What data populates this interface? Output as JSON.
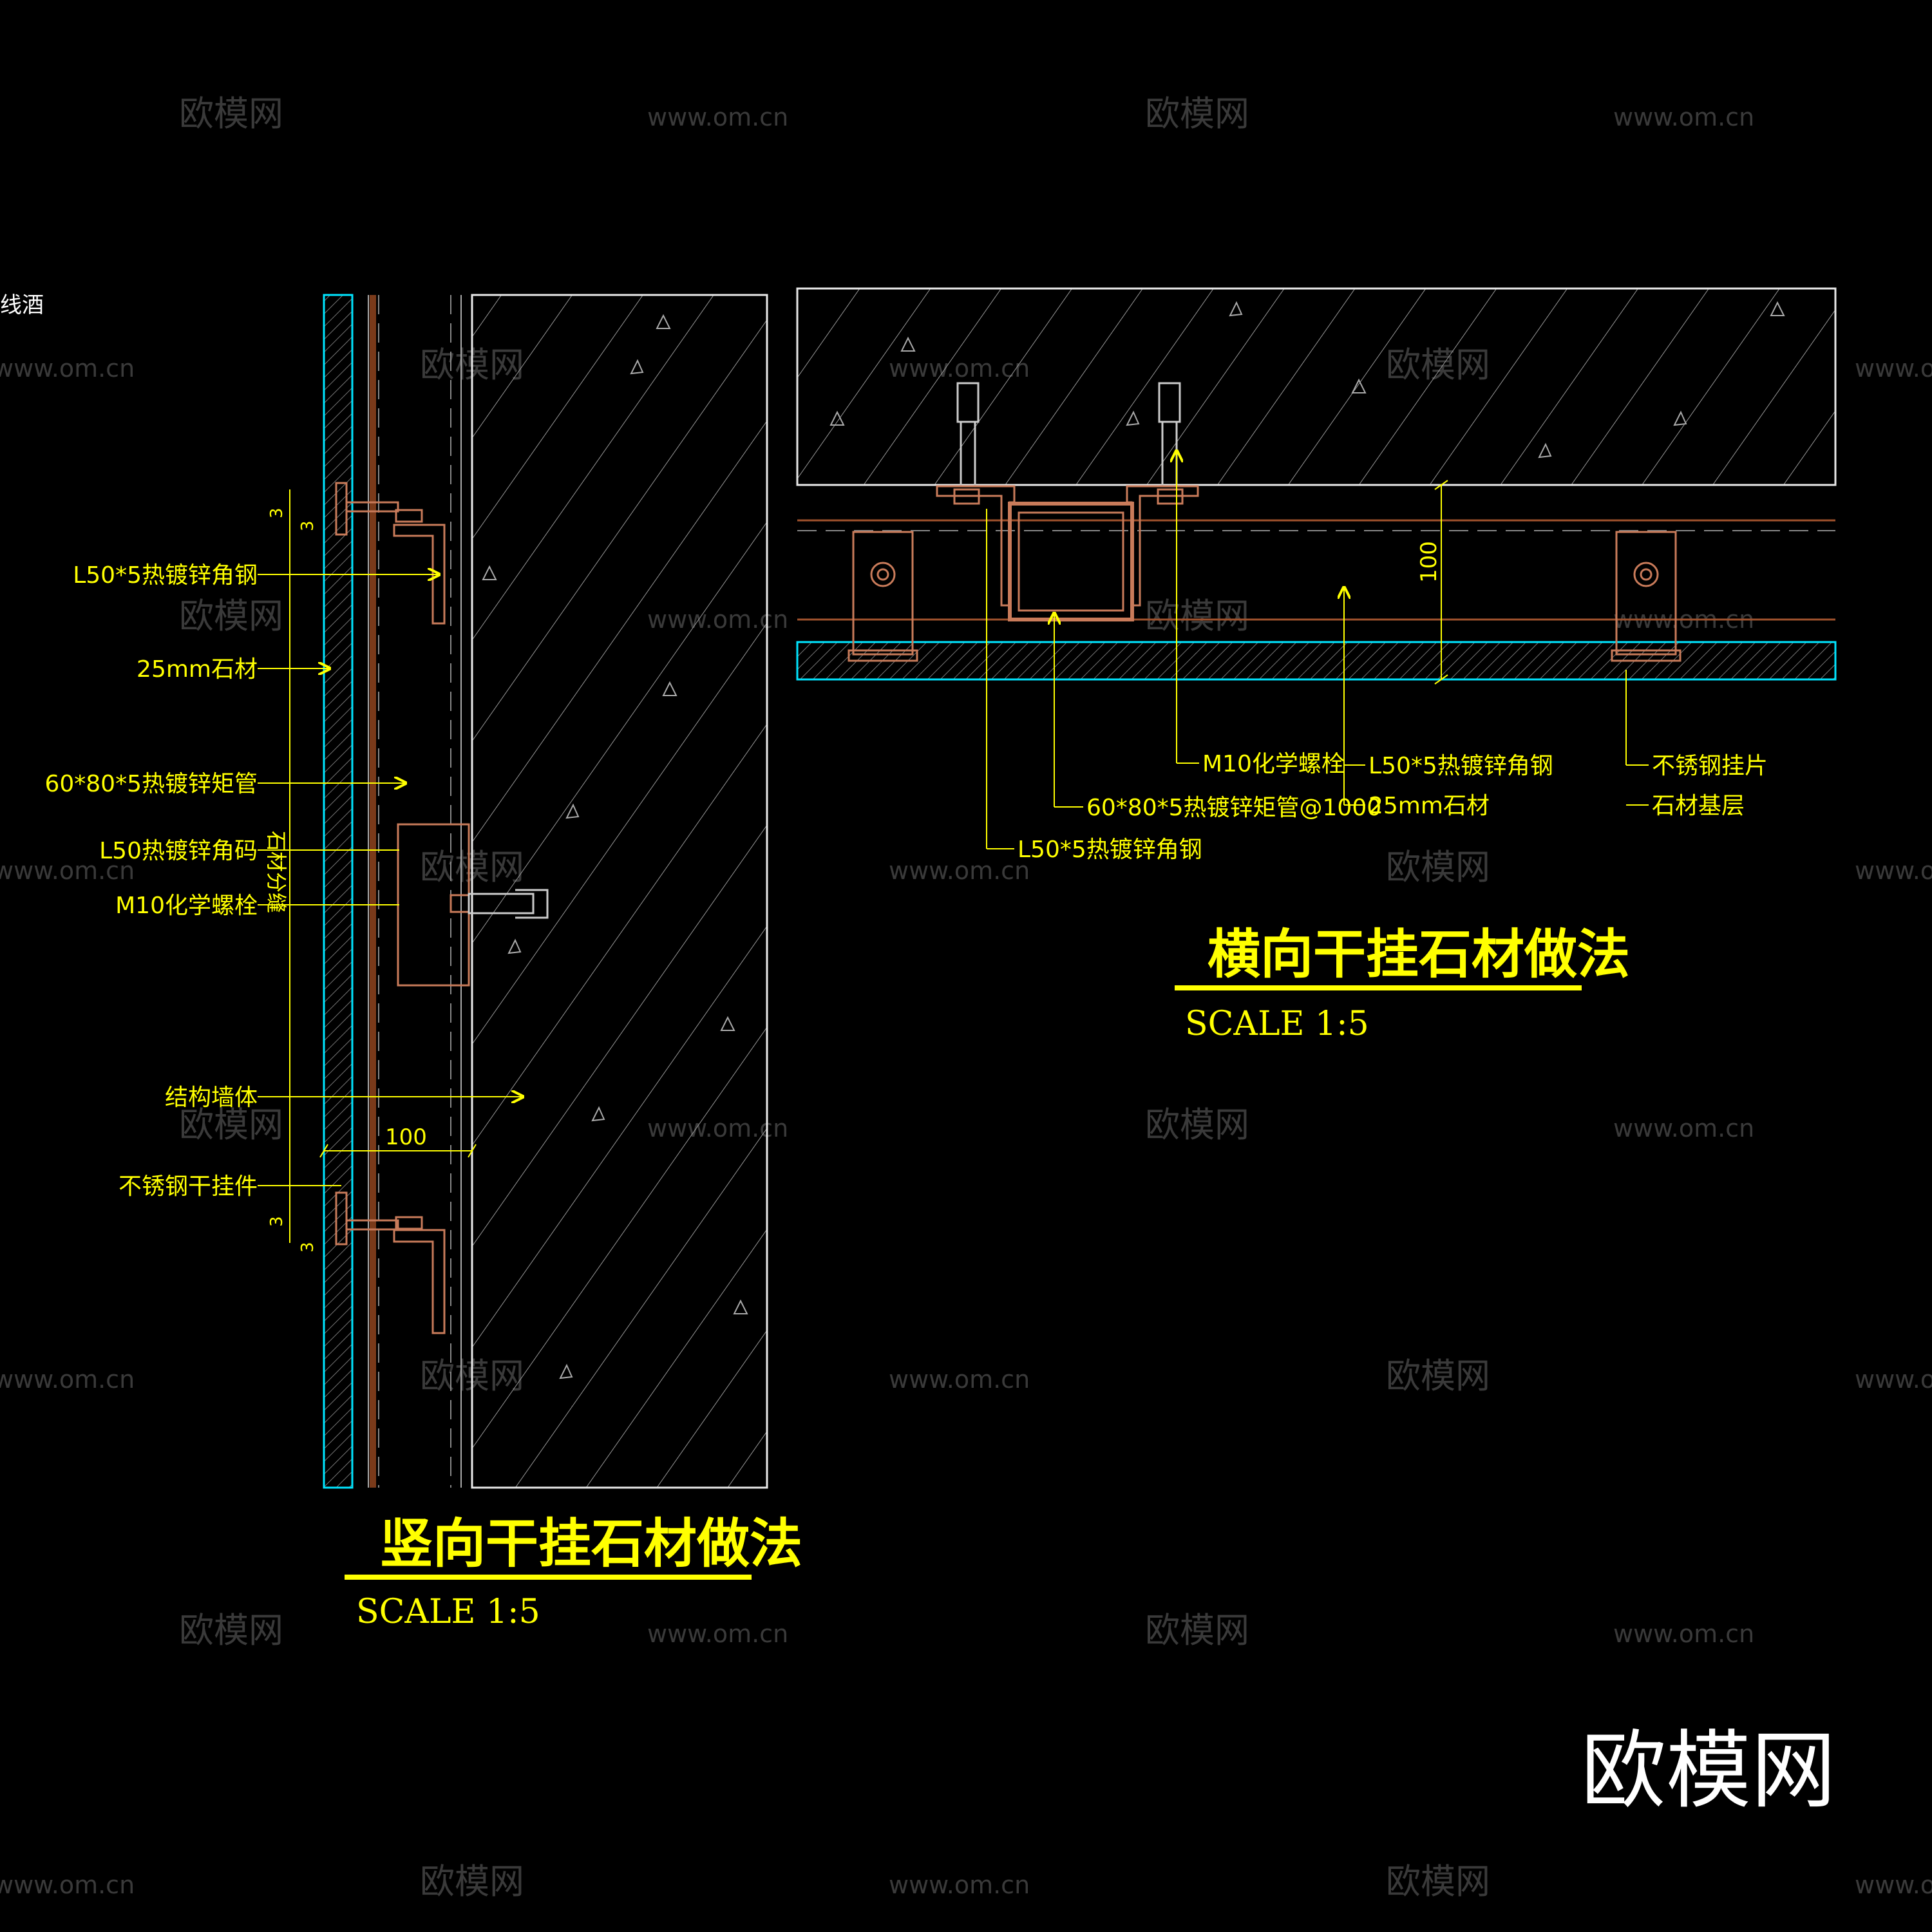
{
  "watermark": {
    "brand": "欧模网",
    "url": "www.om.cn"
  },
  "corner_fragment": "线酒",
  "vertical": {
    "title": "竖向干挂石材做法",
    "scale": "SCALE 1:5",
    "labels": [
      "L50*5热镀锌角钢",
      "25mm石材",
      "60*80*5热镀锌矩管",
      "L50热镀锌角码",
      "M10化学螺栓",
      "结构墙体",
      "不锈钢干挂件"
    ],
    "side_label": "石材分缝",
    "dim_width": "100",
    "dim_joint_top": "3",
    "dim_joint_bottom": "3"
  },
  "horizontal": {
    "title": "横向干挂石材做法",
    "scale": "SCALE 1:5",
    "labels": {
      "m10": "M10化学螺栓",
      "tube": "60*80*5热镀锌矩管@1000",
      "angle_left": "L50*5热镀锌角钢",
      "angle_right": "L50*5热镀锌角钢",
      "stone": "25mm石材",
      "clip": "不锈钢挂片",
      "base": "石材基层"
    },
    "dim_depth": "100"
  },
  "brand_logo": "欧模网"
}
